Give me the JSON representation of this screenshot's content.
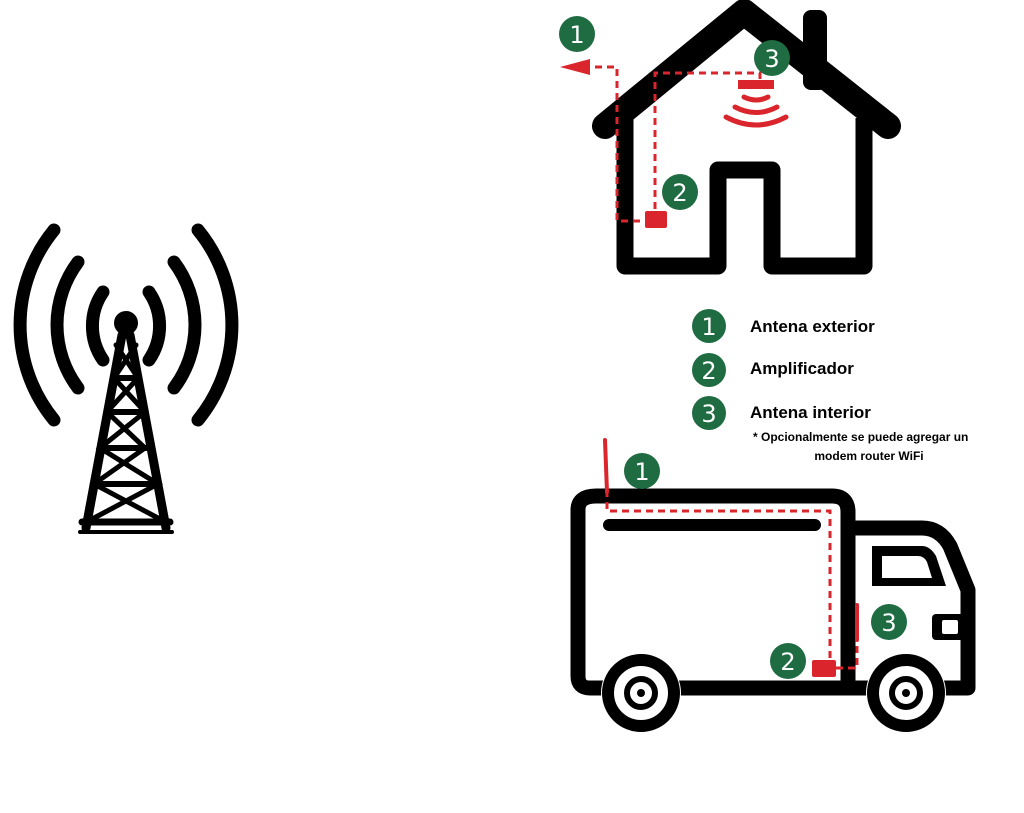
{
  "colors": {
    "badge": "#1f6b42",
    "cable": "#d9252b",
    "outline": "#000000"
  },
  "badges": {
    "one": "1",
    "two": "2",
    "three": "3"
  },
  "legend": {
    "items": [
      {
        "number": "1",
        "label": "Antena exterior"
      },
      {
        "number": "2",
        "label": "Amplificador"
      },
      {
        "number": "3",
        "label": "Antena interior"
      }
    ],
    "note_line1": "* Opcionalmente se puede agregar un",
    "note_line2": "modem router WiFi"
  },
  "icons": {
    "tower": "cell-tower-icon",
    "house": "house-icon",
    "truck": "truck-icon"
  }
}
